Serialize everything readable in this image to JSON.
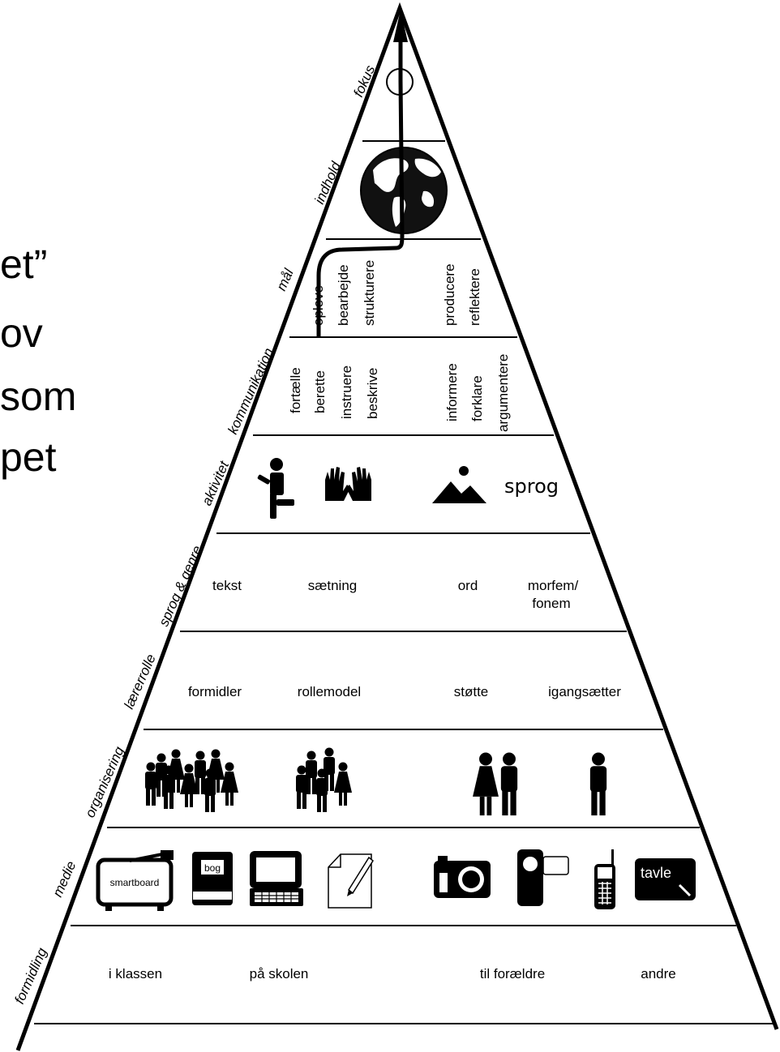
{
  "left_fragments": [
    "et”",
    "ov",
    "som",
    "pet"
  ],
  "levels": {
    "fokus": "fokus",
    "indhold": "indhold",
    "maal": {
      "label": "mål",
      "items": [
        "opleve",
        "bearbejde",
        "strukturere",
        "producere",
        "reflektere"
      ]
    },
    "kommunikation": {
      "label": "kommunikation",
      "items": [
        "fortælle",
        "berette",
        "instruere",
        "beskrive",
        "informere",
        "forklare",
        "argumentere"
      ]
    },
    "aktivitet": {
      "label": "aktivitet",
      "sprog": "sprog"
    },
    "sprog_genre": {
      "label": "sprog & genre",
      "items": [
        "tekst",
        "sætning",
        "ord"
      ],
      "morfem": "morfem/",
      "fonem": "fonem"
    },
    "laererrolle": {
      "label": "lærerrolle",
      "items": [
        "formidler",
        "rollemodel",
        "støtte",
        "igangsætter"
      ]
    },
    "organisering": {
      "label": "organisering"
    },
    "medie": {
      "label": "medie",
      "smartboard": "smartboard",
      "bog": "bog",
      "tavle": "tavle"
    },
    "formidling": {
      "label": "formidling",
      "items": [
        "i klassen",
        "på skolen",
        "til forældre",
        "andre"
      ]
    }
  },
  "icons": [
    "compass-icon",
    "globe-icon",
    "person-moving-icon",
    "hands-icon",
    "picture-icon",
    "group-large-icon",
    "group-small-icon",
    "pair-icon",
    "single-person-icon",
    "smartboard-icon",
    "book-icon",
    "computer-icon",
    "paper-pencil-icon",
    "camera-icon",
    "video-camera-icon",
    "mobile-phone-icon",
    "blackboard-icon"
  ]
}
